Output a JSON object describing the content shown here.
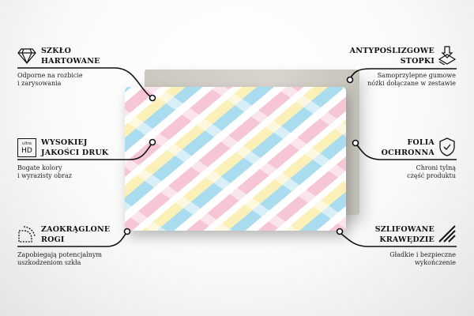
{
  "features": [
    {
      "title_1": "SZKŁO",
      "title_2": "HARTOWANE",
      "desc_1": "Odporne na rozbicie",
      "desc_2": "i zarysowania",
      "icon": "diamond-icon"
    },
    {
      "title_1": "ANTYPOŚLIZGOWE",
      "title_2": "STOPKI",
      "desc_1": "Samoprzylepne gumowe",
      "desc_2": "nóżki dołączane w zestawie",
      "icon": "anti-slip-feet-icon"
    },
    {
      "title_1": "WYSOKIEJ",
      "title_2": "JAKOŚCI DRUK",
      "desc_1": "Bogate kolory",
      "desc_2": "i wyrazisty obraz",
      "icon": "ultra-hd-icon",
      "icon_text_1": "ultra",
      "icon_text_2": "HD"
    },
    {
      "title_1": "FOLIA",
      "title_2": "OCHRONNA",
      "desc_1": "Chroni tylną",
      "desc_2": "część produktu",
      "icon": "shield-check-icon"
    },
    {
      "title_1": "ZAOKRĄGLONE",
      "title_2": "ROGI",
      "desc_1": "Zapobiegają potencjalnym",
      "desc_2": "uszkodzeniom szkła",
      "icon": "rounded-corner-icon"
    },
    {
      "title_1": "SZLIFOWANE",
      "title_2": "KRAWĘDZIE",
      "desc_1": "Gładkie i bezpieczne",
      "desc_2": "wykończenie",
      "icon": "polished-edges-icon"
    }
  ]
}
